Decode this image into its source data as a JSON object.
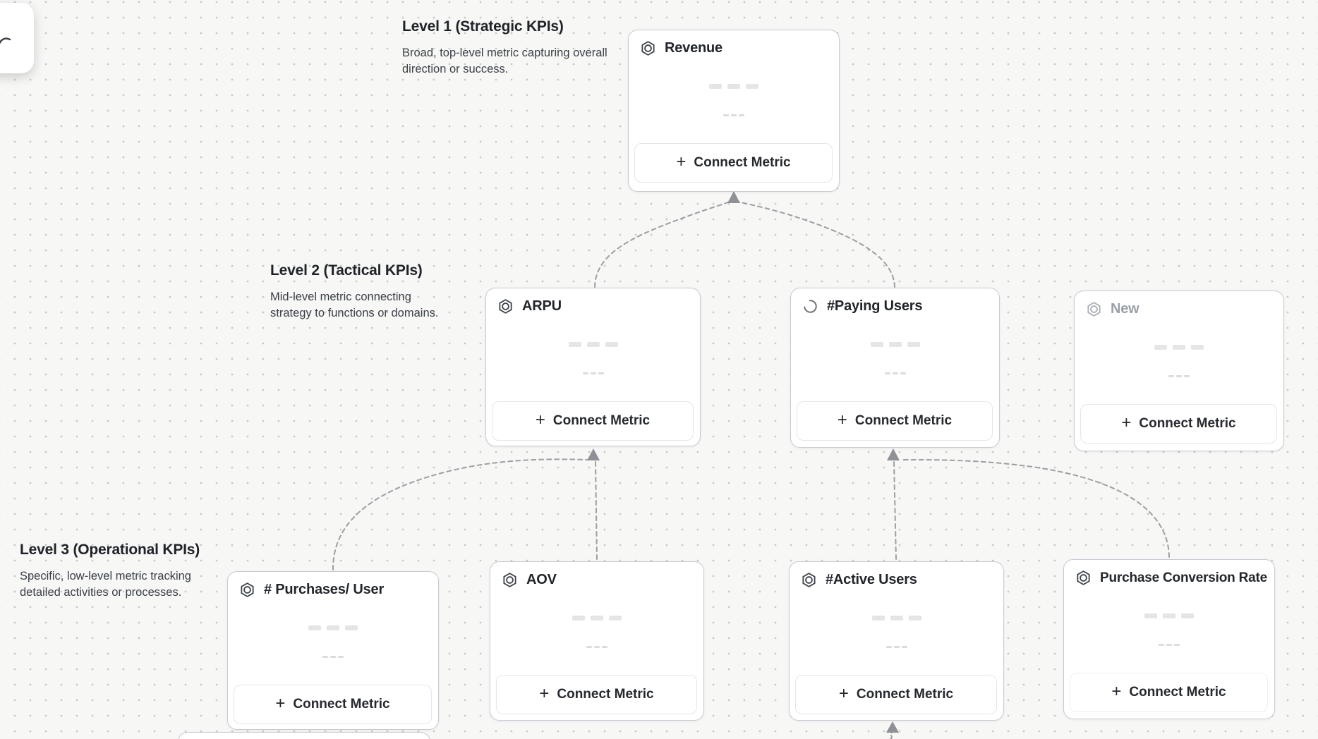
{
  "ui": {
    "connect_metric_label": "Connect Metric",
    "plus_glyph": "+"
  },
  "colors": {
    "canvas_bg": "#f7f7f6",
    "grid_dot": "#c8c8c8",
    "card_border": "#c9cbd0",
    "connector": "#9d9fa3",
    "arrowhead": "#8e9196",
    "title_text": "#22262b",
    "muted_text": "#9aa0a8"
  },
  "sections": {
    "level1": {
      "title": "Level 1 (Strategic KPIs)",
      "description": "Broad, top-level metric capturing overall direction or success."
    },
    "level2": {
      "title": "Level 2 (Tactical KPIs)",
      "description": "Mid-level metric connecting strategy to functions or domains."
    },
    "level3": {
      "title": "Level 3 (Operational KPIs)",
      "description": "Specific, low-level metric tracking detailed activities or processes."
    }
  },
  "cards": {
    "revenue": {
      "title": "Revenue",
      "icon": "hexagon-metric-icon",
      "level": 1
    },
    "arpu": {
      "title": "ARPU",
      "icon": "hexagon-metric-icon",
      "level": 2
    },
    "paying_users": {
      "title": "#Paying Users",
      "icon": "loading-spinner-icon",
      "level": 2
    },
    "new_metric": {
      "title": "New",
      "icon": "hexagon-metric-icon",
      "level": 2
    },
    "purchases_per_user": {
      "title": "# Purchases/ User",
      "icon": "hexagon-metric-icon",
      "level": 3
    },
    "aov": {
      "title": "AOV",
      "icon": "hexagon-metric-icon",
      "level": 3
    },
    "active_users": {
      "title": "#Active Users",
      "icon": "hexagon-metric-icon",
      "level": 3
    },
    "purchase_conversion_rate": {
      "title": "Purchase Conversion Rate",
      "icon": "hexagon-metric-icon",
      "level": 3
    }
  }
}
